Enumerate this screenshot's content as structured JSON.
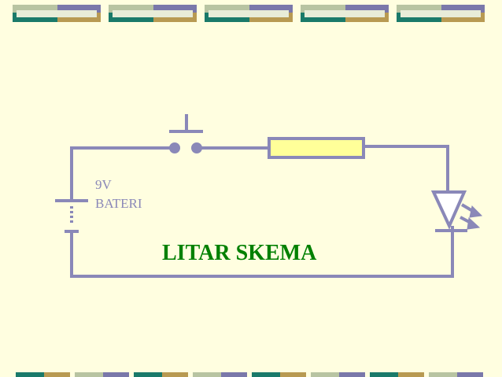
{
  "diagram": {
    "battery_voltage": "9V",
    "battery_label": "BATERI",
    "title": "LITAR SKEMA"
  },
  "colors": {
    "background": "#fffee0",
    "wire": "#8a88b8",
    "resistor_fill": "#ffff99",
    "title": "#008000",
    "label": "#8a88b8",
    "band_teal": "#1a7a6a",
    "band_sage": "#b8c4a2",
    "band_purple": "#7a78aa",
    "band_gold": "#b89a52",
    "band_light": "#e8ecd8"
  }
}
